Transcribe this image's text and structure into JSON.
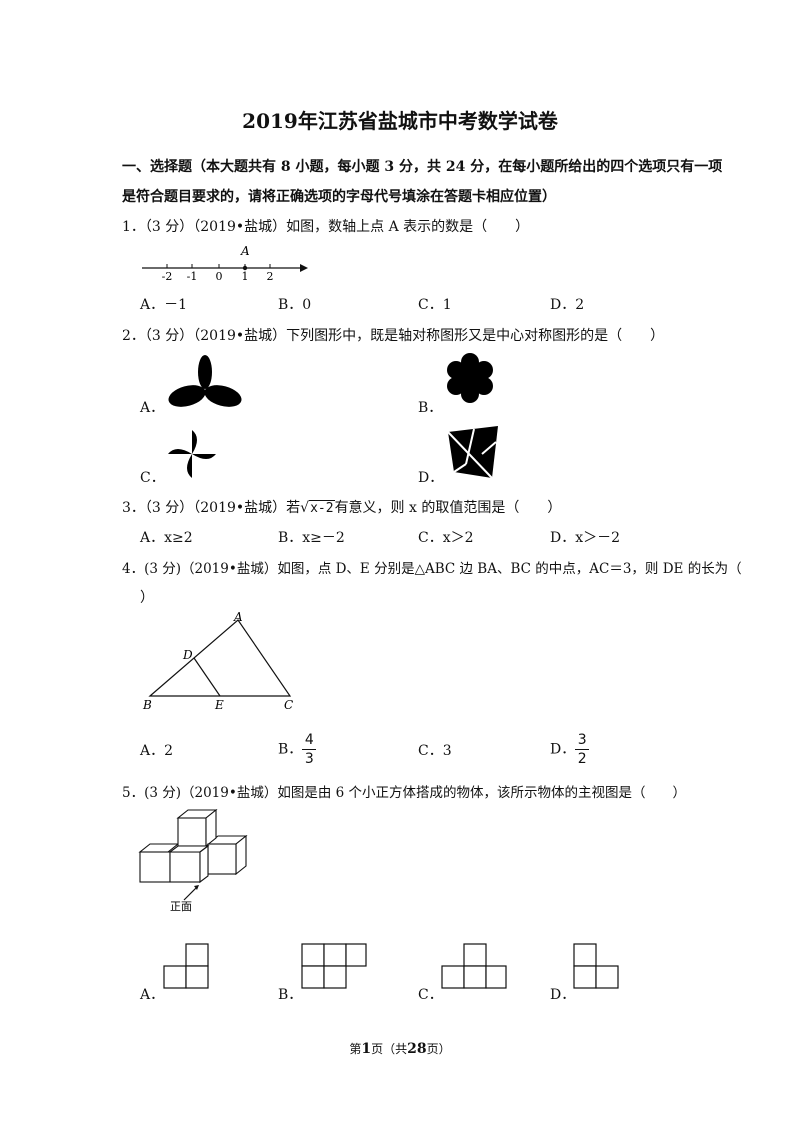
{
  "title": "2019年江苏省盐城市中考数学试卷",
  "section": {
    "line1": "一、选择题（本大题共有 8 小题，每小题 3 分，共 24 分，在每小题所给出的四个选项只有一项",
    "line2": "是符合题目要求的，请将正确选项的字母代号填涂在答题卡相应位置）"
  },
  "questions": {
    "q1": {
      "text": "1．（3 分）（2019•盐城）如图，数轴上点 A 表示的数是（　　）",
      "figure": {
        "point_label": "A",
        "ticks": [
          "-2",
          "-1",
          "0",
          "1",
          "2"
        ]
      },
      "options": [
        "A．－1",
        "B．0",
        "C．1",
        "D．2"
      ]
    },
    "q2": {
      "text": "2．（3 分）（2019•盐城）下列图形中，既是轴对称图形又是中心对称图形的是（　　）",
      "options": [
        "A．",
        "B．",
        "C．",
        "D．"
      ]
    },
    "q3": {
      "prefix": "3．（3 分）（2019•盐城）若",
      "radicand": "x-2",
      "suffix": "有意义，则 x 的取值范围是（　　）",
      "options": [
        "A．x≥2",
        "B．x≥－2",
        "C．x＞2",
        "D．x＞－2"
      ]
    },
    "q4": {
      "line1": "4．(3 分)（2019•盐城）如图，点 D、E 分别是△ABC 边 BA、BC 的中点，AC＝3，则 DE 的长为（",
      "line2": "）",
      "figure": {
        "A": "A",
        "B": "B",
        "C": "C",
        "D": "D",
        "E": "E"
      },
      "options": {
        "a": "A．2",
        "b_label": "B．",
        "b_num": "4",
        "b_den": "3",
        "c": "C．3",
        "d_label": "D．",
        "d_num": "3",
        "d_den": "2"
      }
    },
    "q5": {
      "text": "5．(3 分)（2019•盐城）如图是由 6 个小正方体搭成的物体，该所示物体的主视图是（　　）",
      "figure_caption": "正面",
      "options": [
        "A．",
        "B．",
        "C．",
        "D．"
      ]
    }
  },
  "footer": {
    "p1": "第",
    "page": "1",
    "p2": "页（共",
    "total": "28",
    "p3": "页）"
  }
}
